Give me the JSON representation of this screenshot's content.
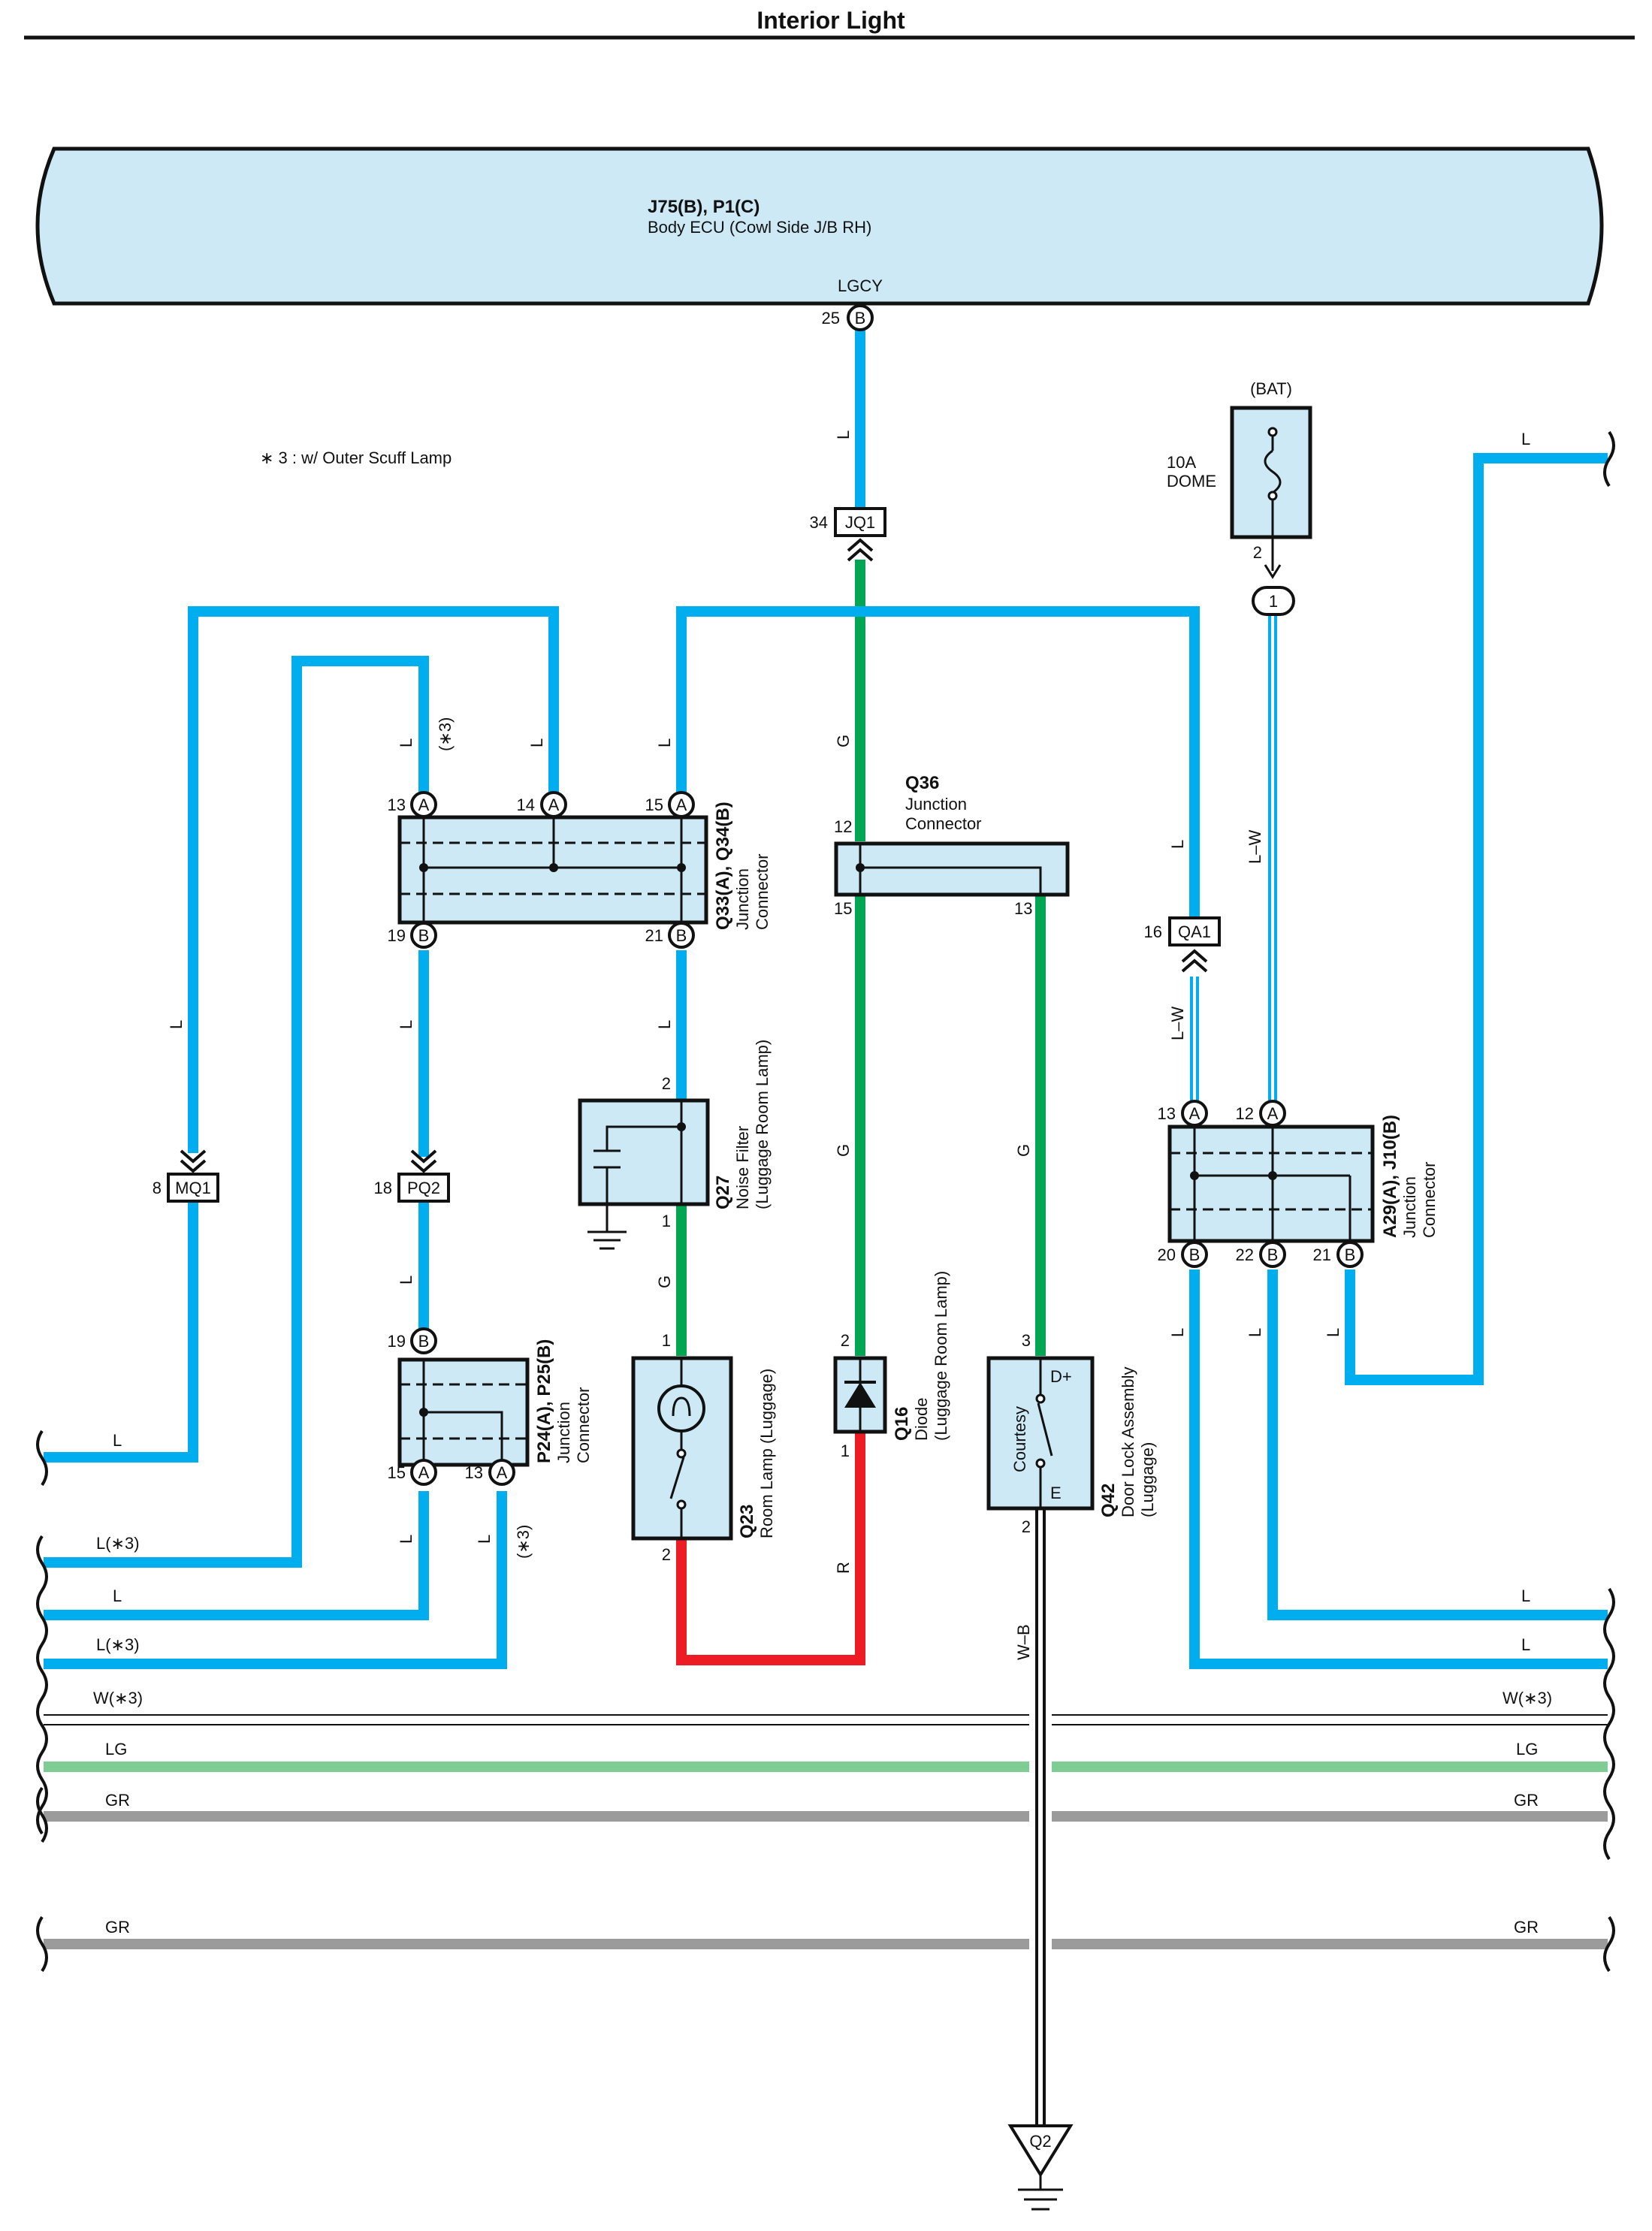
{
  "title": "Interior Light",
  "note": "∗ 3 : w/ Outer Scuff Lamp",
  "ecu": {
    "code": "J75(B), P1(C)",
    "name": "Body ECU (Cowl Side J/B RH)",
    "terminal": "LGCY",
    "pin": "25",
    "pin_letter": "B"
  },
  "fuse": {
    "supply": "(BAT)",
    "rating": "10A",
    "name": "DOME",
    "pin": "2",
    "connector": "1"
  },
  "connectors": {
    "jq1": {
      "id": "JQ1",
      "pin": "34"
    },
    "mq1": {
      "id": "MQ1",
      "pin": "8"
    },
    "pq2": {
      "id": "PQ2",
      "pin": "18"
    },
    "qa1": {
      "id": "QA1",
      "pin": "16"
    },
    "q2": {
      "id": "Q2"
    }
  },
  "components": {
    "q33": {
      "code": "Q33(A), Q34(B)",
      "line1": "Junction",
      "line2": "Connector",
      "pins": [
        "13",
        "14",
        "15",
        "19",
        "21"
      ]
    },
    "q36": {
      "code": "Q36",
      "line1": "Junction",
      "line2": "Connector",
      "pins": [
        "12",
        "15",
        "13"
      ]
    },
    "q27": {
      "code": "Q27",
      "line1": "Noise Filter",
      "line2": "(Luggage Room Lamp)",
      "pins": [
        "2",
        "1"
      ]
    },
    "p24": {
      "code": "P24(A), P25(B)",
      "line1": "Junction",
      "line2": "Connector",
      "pins": [
        "19",
        "15",
        "13"
      ]
    },
    "q23": {
      "code": "Q23",
      "line1": "Room Lamp (Luggage)",
      "pins": [
        "1",
        "2"
      ]
    },
    "q16": {
      "code": "Q16",
      "line1": "Diode",
      "line2": "(Luggage Room Lamp)",
      "pins": [
        "2",
        "1"
      ]
    },
    "q42": {
      "code": "Q42",
      "line1": "Door Lock Assembly",
      "line2": "(Luggage)",
      "inner": "Courtesy",
      "dplus": "D+",
      "e": "E",
      "pins": [
        "3",
        "2"
      ]
    },
    "a29": {
      "code": "A29(A), J10(B)",
      "line1": "Junction",
      "line2": "Connector",
      "pins": [
        "13",
        "12",
        "20",
        "22",
        "21"
      ]
    }
  },
  "pin_letters": {
    "a": "A",
    "b": "B"
  },
  "wires": {
    "l": "L",
    "lw": "L–W",
    "g": "G",
    "r": "R",
    "wb": "W–B",
    "s3": "(∗3)",
    "l3": "L(∗3)",
    "w3": "W(∗3)",
    "lg": "LG",
    "gr": "GR"
  },
  "colors": {
    "blue": "#00aeef",
    "green": "#00a651",
    "red": "#ed1c24",
    "light_green": "#7fcc94",
    "gray": "#9b9b9b",
    "panel": "#cde9f6",
    "black": "#111111"
  }
}
